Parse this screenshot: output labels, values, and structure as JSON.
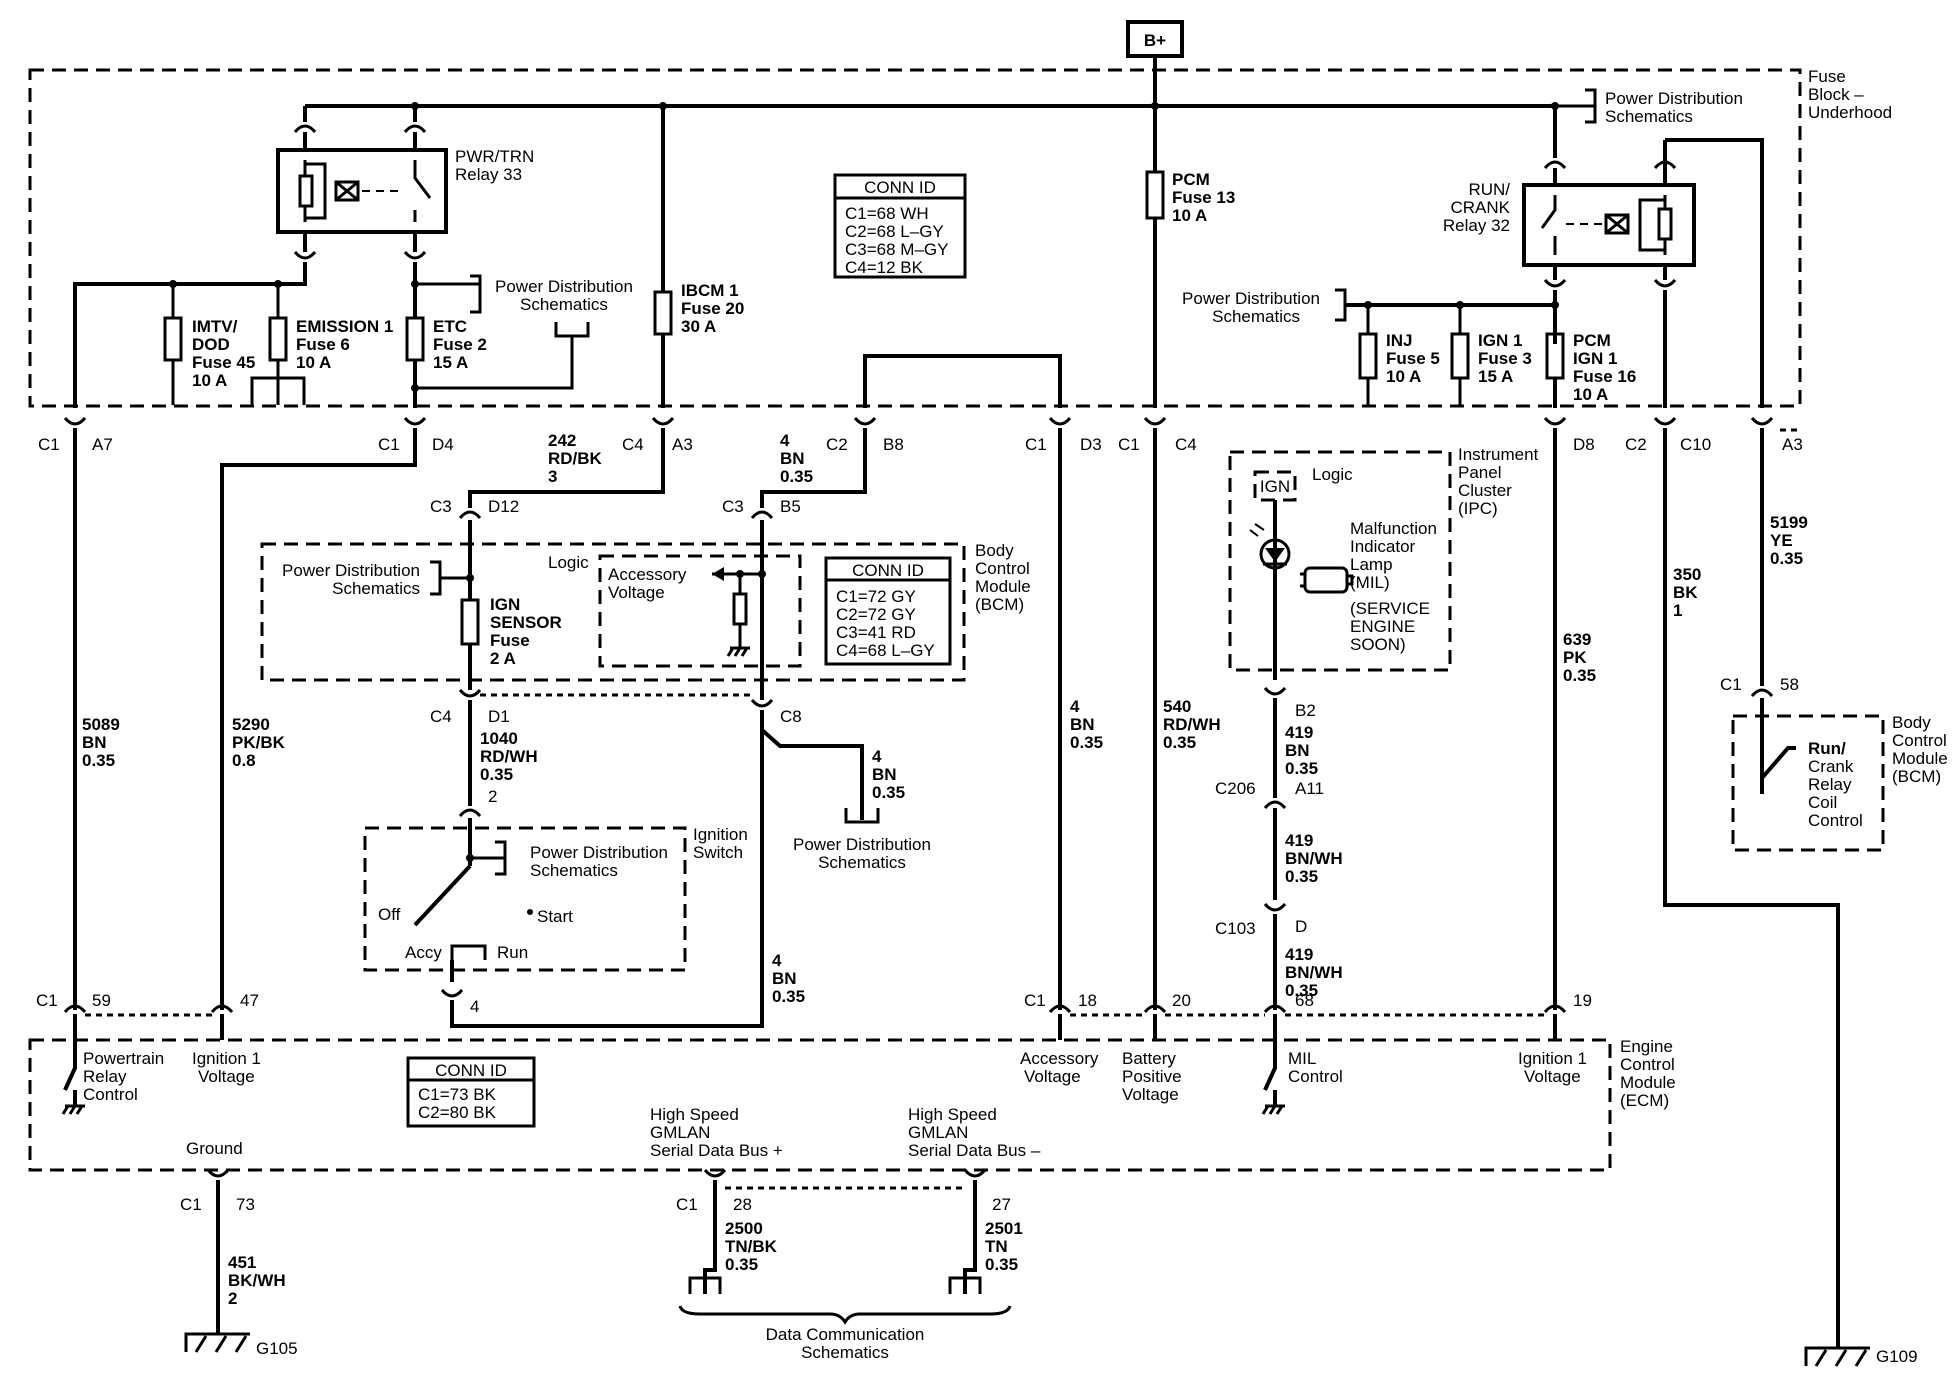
{
  "power": {
    "bplus": "B+"
  },
  "fuse_block": {
    "l1": "Fuse",
    "l2": "Block –",
    "l3": "Underhood"
  },
  "pds": {
    "l1": "Power Distribution",
    "l2": "Schematics"
  },
  "relays": {
    "pwr_trn": {
      "l1": "PWR/TRN",
      "l2": "Relay 33"
    },
    "run_crank": {
      "l1": "RUN/",
      "l2": "CRANK",
      "l3": "Relay 32"
    }
  },
  "fuses": {
    "imtv": {
      "l1": "IMTV/",
      "l2": "DOD",
      "l3": "Fuse 45",
      "l4": "10 A"
    },
    "emission": {
      "l1": "EMISSION 1",
      "l2": "Fuse 6",
      "l3": "10 A"
    },
    "etc": {
      "l1": "ETC",
      "l2": "Fuse 2",
      "l3": "15 A"
    },
    "ibcm": {
      "l1": "IBCM 1",
      "l2": "Fuse 20",
      "l3": "30 A"
    },
    "pcm": {
      "l1": "PCM",
      "l2": "Fuse 13",
      "l3": "10 A"
    },
    "inj": {
      "l1": "INJ",
      "l2": "Fuse 5",
      "l3": "10 A"
    },
    "ign1": {
      "l1": "IGN 1",
      "l2": "Fuse 3",
      "l3": "15 A"
    },
    "pcm_ign": {
      "l1": "PCM",
      "l2": "IGN 1",
      "l3": "Fuse 16",
      "l4": "10 A"
    },
    "ign_sensor": {
      "l1": "IGN",
      "l2": "SENSOR",
      "l3": "Fuse",
      "l4": "2 A"
    }
  },
  "conn_fuse": {
    "title": "CONN ID",
    "c1": "C1=68 WH",
    "c2": "C2=68 L–GY",
    "c3": "C3=68 M–GY",
    "c4": "C4=12 BK"
  },
  "conn_bcm": {
    "title": "CONN ID",
    "c1": "C1=72 GY",
    "c2": "C2=72 GY",
    "c3": "C3=41 RD",
    "c4": "C4=68 L–GY"
  },
  "conn_ecm": {
    "title": "CONN ID",
    "c1": "C1=73 BK",
    "c2": "C2=80 BK"
  },
  "pins": {
    "c1": "C1",
    "c2": "C2",
    "c3": "C3",
    "c4": "C4",
    "a7": "A7",
    "d4": "D4",
    "a3": "A3",
    "b8": "B8",
    "d3": "D3",
    "d8": "D8",
    "c10": "C10",
    "d12": "D12",
    "b5": "B5",
    "d1": "D1",
    "c8": "C8",
    "p2": "2",
    "p4": "4",
    "p59": "59",
    "p47": "47",
    "p18": "18",
    "p20": "20",
    "p68": "68",
    "p19": "19",
    "p58": "58",
    "p73": "73",
    "p28": "28",
    "p27": "27",
    "b2": "B2",
    "c206": "C206",
    "a11": "A11",
    "c103": "C103",
    "d": "D"
  },
  "wires": {
    "w5089": {
      "l1": "5089",
      "l2": "BN",
      "l3": "0.35"
    },
    "w5290": {
      "l1": "5290",
      "l2": "PK/BK",
      "l3": "0.8"
    },
    "w242": {
      "l1": "242",
      "l2": "RD/BK",
      "l3": "3"
    },
    "w4a": {
      "l1": "4",
      "l2": "BN",
      "l3": "0.35"
    },
    "w1040": {
      "l1": "1040",
      "l2": "RD/WH",
      "l3": "0.35"
    },
    "w540": {
      "l1": "540",
      "l2": "RD/WH",
      "l3": "0.35"
    },
    "w419a": {
      "l1": "419",
      "l2": "BN",
      "l3": "0.35"
    },
    "w419b": {
      "l1": "419",
      "l2": "BN/WH",
      "l3": "0.35"
    },
    "w639": {
      "l1": "639",
      "l2": "PK",
      "l3": "0.35"
    },
    "w350": {
      "l1": "350",
      "l2": "BK",
      "l3": "1"
    },
    "w5199": {
      "l1": "5199",
      "l2": "YE",
      "l3": "0.35"
    },
    "w451": {
      "l1": "451",
      "l2": "BK/WH",
      "l3": "2"
    },
    "w2500": {
      "l1": "2500",
      "l2": "TN/BK",
      "l3": "0.35"
    },
    "w2501": {
      "l1": "2501",
      "l2": "TN",
      "l3": "0.35"
    }
  },
  "bcm": {
    "l1": "Body",
    "l2": "Control",
    "l3": "Module",
    "l4": "(BCM)",
    "logic": "Logic",
    "acc1": "Accessory",
    "acc2": "Voltage"
  },
  "bcm2": {
    "l1": "Body",
    "l2": "Control",
    "l3": "Module",
    "l4": "(BCM)",
    "r1": "Run/",
    "r2": "Crank",
    "r3": "Relay",
    "r4": "Coil",
    "r5": "Control"
  },
  "ipc": {
    "l1": "Instrument",
    "l2": "Panel",
    "l3": "Cluster",
    "l4": "(IPC)",
    "ign": "IGN",
    "logic": "Logic",
    "m1": "Malfunction",
    "m2": "Indicator",
    "m3": "Lamp",
    "m4": "(MIL)",
    "s1": "(SERVICE",
    "s2": "ENGINE",
    "s3": "SOON)"
  },
  "ign_switch": {
    "l1": "Ignition",
    "l2": "Switch",
    "off": "Off",
    "start": "Start",
    "accy": "Accy",
    "run": "Run"
  },
  "ecm": {
    "l1": "Engine",
    "l2": "Control",
    "l3": "Module",
    "l4": "(ECM)",
    "prc1": "Powertrain",
    "prc2": "Relay",
    "prc3": "Control",
    "ig1": "Ignition 1",
    "ig2": "Voltage",
    "acc1": "Accessory",
    "acc2": "Voltage",
    "bat1": "Battery",
    "bat2": "Positive",
    "bat3": "Voltage",
    "mil1": "MIL",
    "mil2": "Control",
    "ground": "Ground",
    "hs1": "High Speed",
    "hs2": "GMLAN",
    "hsp": "Serial Data Bus +",
    "hsn": "Serial Data Bus –"
  },
  "dcs": {
    "l1": "Data Communication",
    "l2": "Schematics"
  },
  "grounds": {
    "g105": "G105",
    "g109": "G109"
  }
}
